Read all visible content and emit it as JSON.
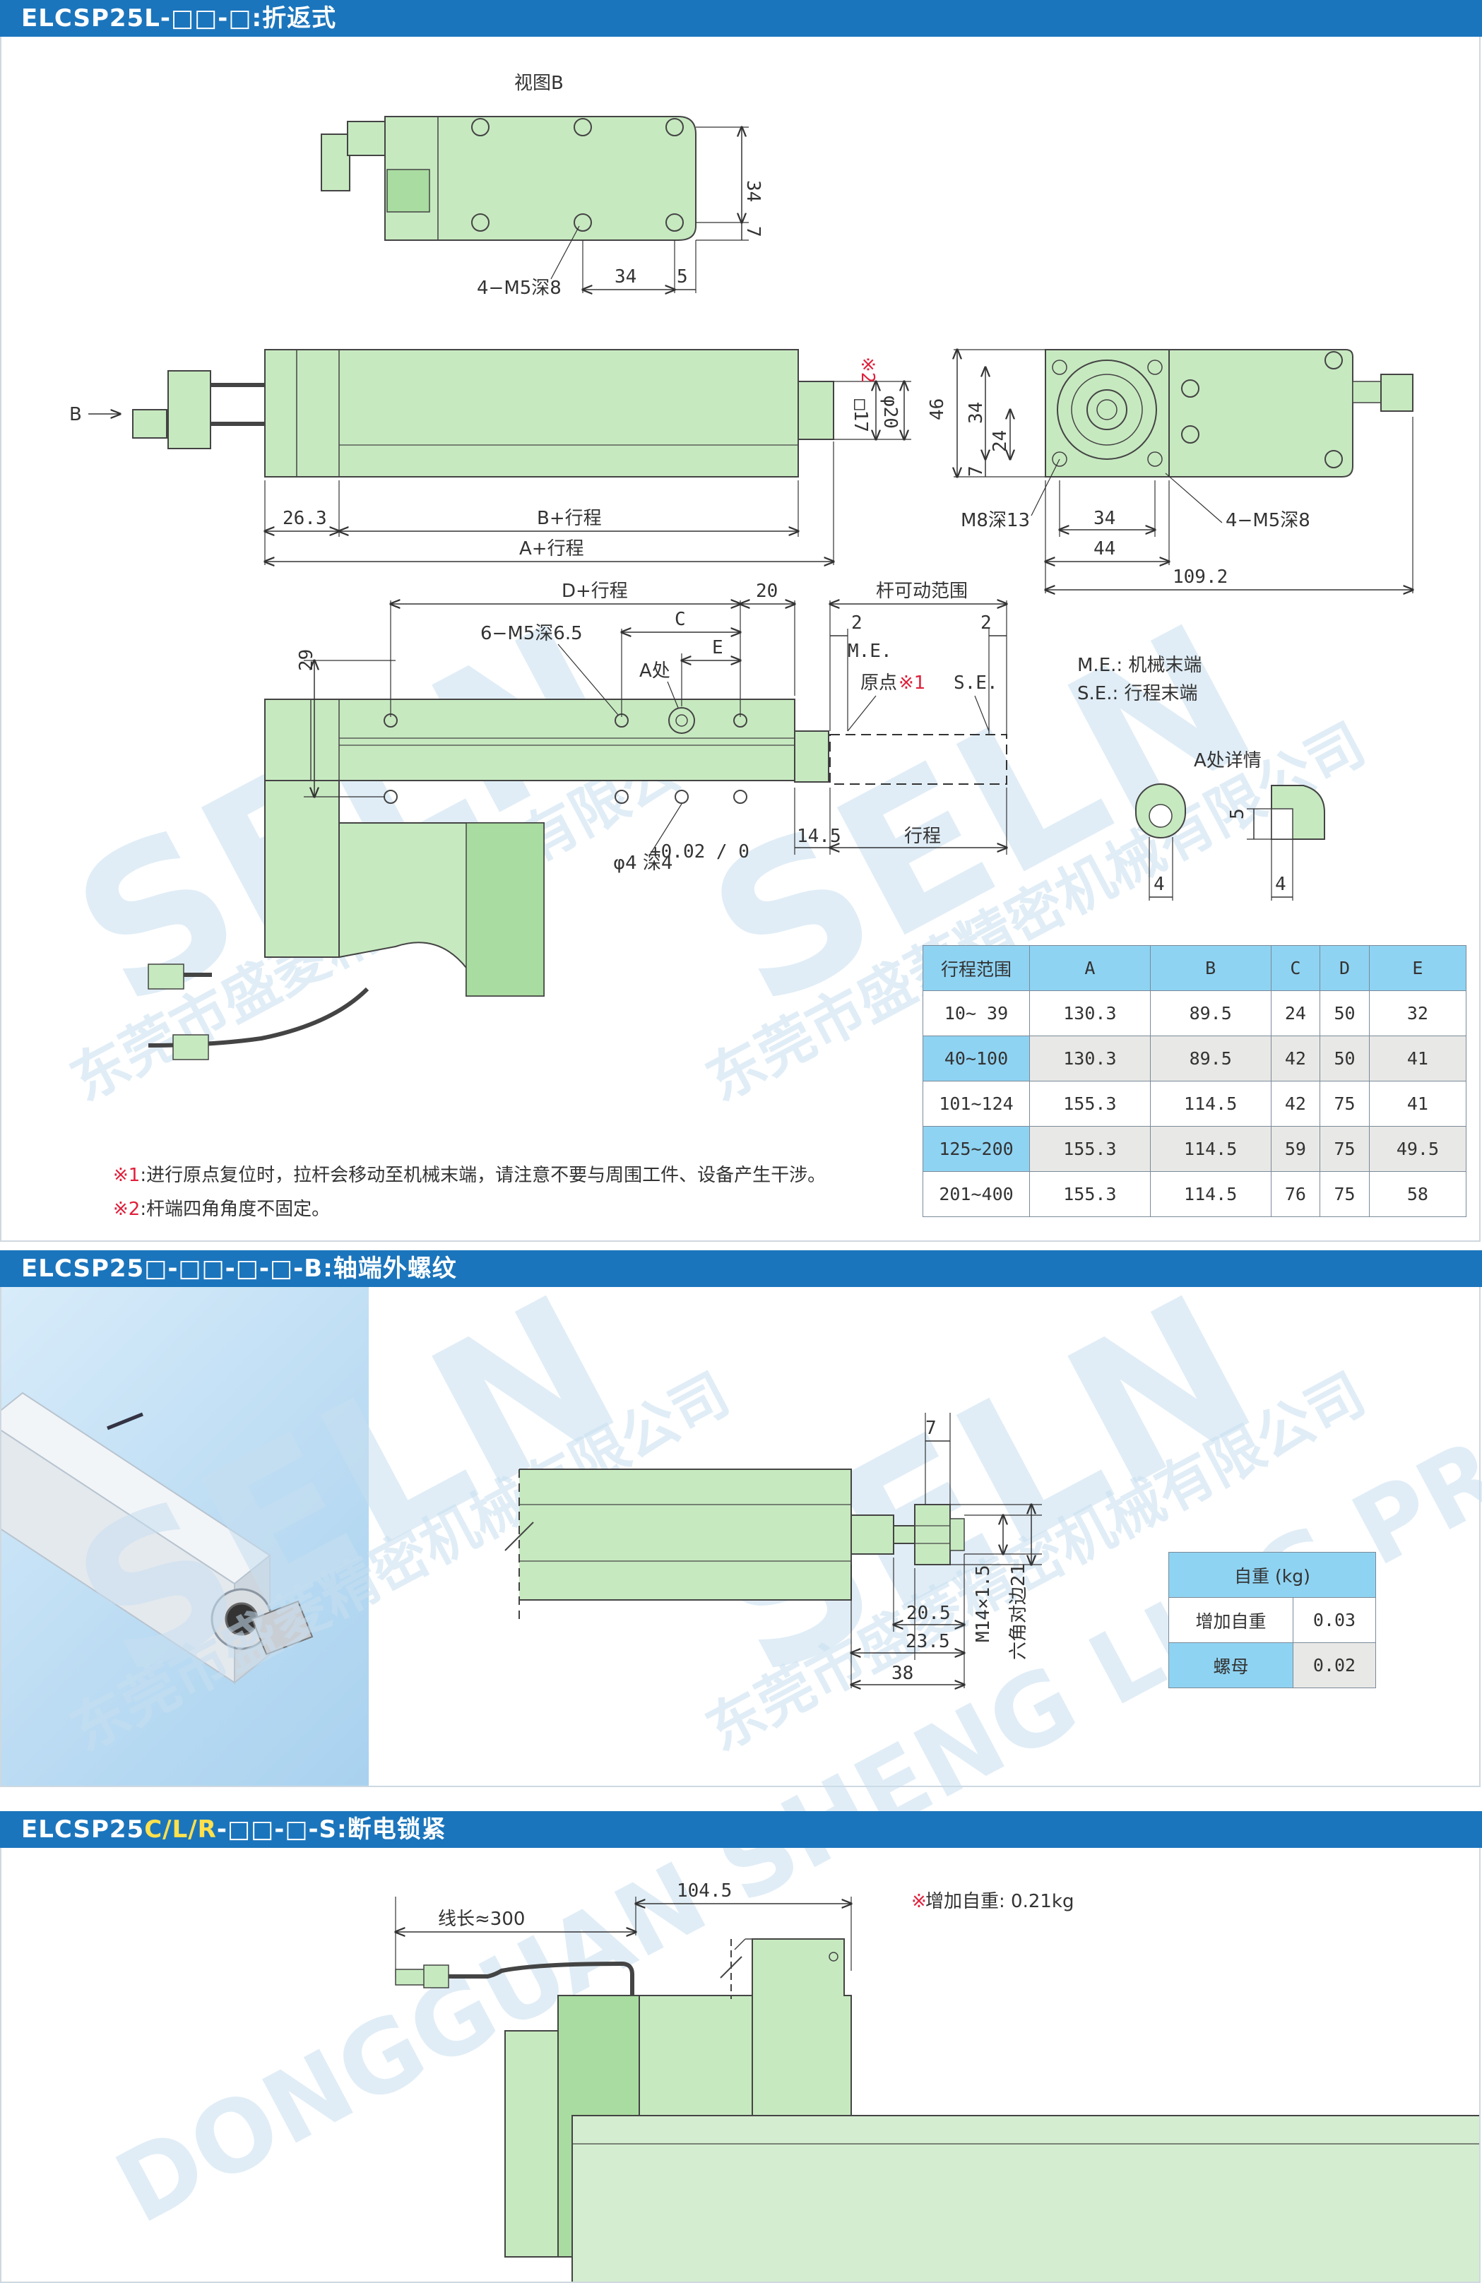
{
  "sections": [
    {
      "prefix": "ELCSP25L-□□-□",
      "accent": "",
      "suffix": "",
      "tail": ":折返式"
    },
    {
      "prefix": "ELCSP25□-□□-□-□-B",
      "accent": "",
      "suffix": "",
      "tail": ":轴端外螺纹"
    },
    {
      "prefix": "ELCSP25",
      "accent": "C/L/R",
      "suffix": "-□□-□-S",
      "tail": ":断电锁紧"
    }
  ],
  "view_b": {
    "title": "视图B",
    "dim_34_v": "34",
    "dim_7": "7",
    "dim_34_h": "34",
    "dim_5": "5",
    "hole_label": "4−M5深8"
  },
  "side_view": {
    "arrow_label": "B",
    "dim_263": "26.3",
    "dim_b_stroke": "B+行程",
    "dim_a_stroke": "A+行程",
    "mark_2": "※2",
    "dim_sq17": "□17",
    "dim_phi20": "φ20"
  },
  "end_view": {
    "dim_46": "46",
    "dim_34": "34",
    "dim_24": "24",
    "dim_7": "7",
    "label_m8": "M8深13",
    "label_m5": "4−M5深8",
    "dim_34_h": "34",
    "dim_44": "44",
    "dim_1092": "109.2"
  },
  "top_view": {
    "dim_d_stroke": "D+行程",
    "dim_20": "20",
    "label_holes": "6−M5深6.5",
    "dim_c": "C",
    "dim_e": "E",
    "label_a": "A处",
    "dim_29": "29",
    "range_label": "杆可动范围",
    "dim_2a": "2",
    "dim_2b": "2",
    "me_label": "M.E.",
    "se_label": "S.E.",
    "origin_label": "原点",
    "origin_mark": "※1",
    "dim_145": "14.5",
    "stroke_label": "行程",
    "pin_label": "φ4  深4",
    "pin_tol": "+0.02 / 0",
    "legend_me": "M.E.: 机械末端",
    "legend_se": "S.E.: 行程末端",
    "detail_title": "A处详情",
    "detail_5": "5",
    "detail_4a": "4",
    "detail_4b": "4"
  },
  "spec_table": {
    "headers": [
      "行程范围",
      "A",
      "B",
      "C",
      "D",
      "E"
    ],
    "rows": [
      [
        "10~ 39",
        "130.3",
        "89.5",
        "24",
        "50",
        "32"
      ],
      [
        "40~100",
        "130.3",
        "89.5",
        "42",
        "50",
        "41"
      ],
      [
        "101~124",
        "155.3",
        "114.5",
        "42",
        "75",
        "41"
      ],
      [
        "125~200",
        "155.3",
        "114.5",
        "59",
        "75",
        "49.5"
      ],
      [
        "201~400",
        "155.3",
        "114.5",
        "76",
        "75",
        "58"
      ]
    ]
  },
  "notes": [
    {
      "mark": "※1",
      "text": ":进行原点复位时，拉杆会移动至机械末端，请注意不要与周围工件、设备产生干涉。"
    },
    {
      "mark": "※2",
      "text": ":杆端四角角度不固定。"
    }
  ],
  "thread_view": {
    "dim_7": "7",
    "dim_205": "20.5",
    "dim_235": "23.5",
    "dim_38": "38",
    "label_m14": "M14×1.5",
    "label_hex": "六角对边21"
  },
  "weight_table": {
    "header": "自重 (kg)",
    "rows": [
      {
        "label": "增加自重",
        "value": "0.03"
      },
      {
        "label": "螺母",
        "value": "0.02"
      }
    ]
  },
  "brake_view": {
    "dim_1045": "104.5",
    "cable_label": "线长≈300",
    "note_mark": "※",
    "note_text": "增加自重: 0.21kg"
  },
  "watermark": {
    "big": "SELN",
    "company_cn": "东莞市盛菱精密机械有限公司",
    "company_en": "DONGGUAN SHENG LING PRECISION MACHINERY CO.,LTD."
  },
  "colors": {
    "header_blue": "#1b75bc",
    "header_accent": "#ffe14d",
    "part_green": "#c7e9c0",
    "part_dark_green": "#a9dca0",
    "table_blue": "#8fd3f2",
    "note_red": "#e0203b"
  }
}
